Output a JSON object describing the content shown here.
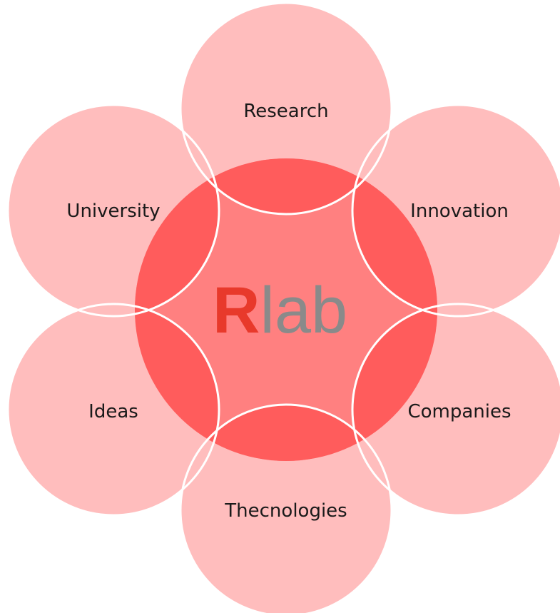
{
  "logo": {
    "brand_letter": "R",
    "brand_suffix": "lab",
    "brand_letter_color": "#e8392b",
    "brand_suffix_color": "#8a8a8a"
  },
  "colors": {
    "satellite_fill": "#ffbdbd",
    "center_fill": "#ff8080",
    "overlap_fill": "#ff5c5c",
    "outline": "#ffffff"
  },
  "nodes": [
    {
      "id": "research",
      "label": "Research"
    },
    {
      "id": "innovation",
      "label": "Innovation"
    },
    {
      "id": "companies",
      "label": "Companies"
    },
    {
      "id": "thecnologies",
      "label": "Thecnologies"
    },
    {
      "id": "ideas",
      "label": "Ideas"
    },
    {
      "id": "university",
      "label": "University"
    }
  ]
}
